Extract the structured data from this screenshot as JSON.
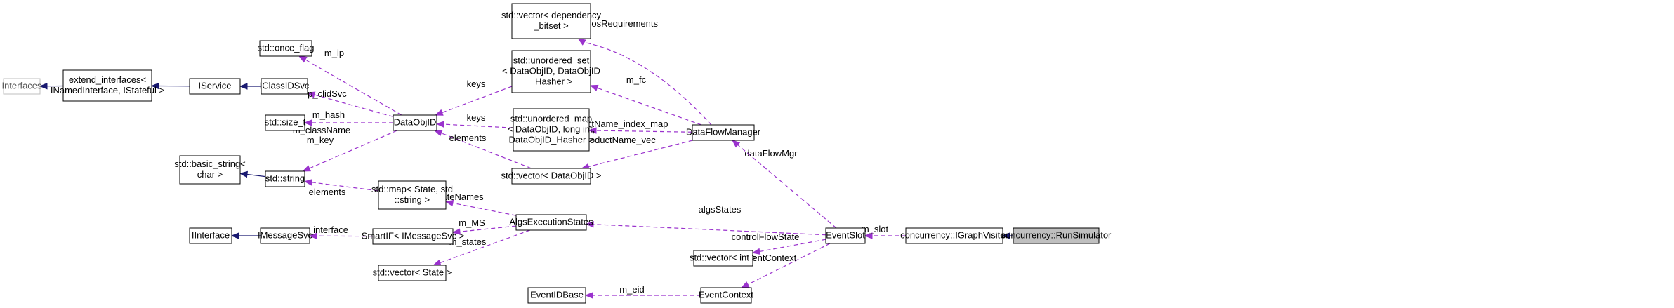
{
  "nodes": {
    "interfaces": [
      "Interfaces"
    ],
    "extend_interfaces": [
      "extend_interfaces<",
      "INamedInterface, IStateful >"
    ],
    "iservice": [
      "IService"
    ],
    "iclassidsvc": [
      "IClassIDSvc"
    ],
    "once_flag": [
      "std::once_flag"
    ],
    "size_t": [
      "std::size_t"
    ],
    "basic_string": [
      "std::basic_string<",
      "char >"
    ],
    "string": [
      "std::string"
    ],
    "iinterface": [
      "IInterface"
    ],
    "imessagesvc": [
      "IMessageSvc"
    ],
    "dataobjid": [
      "DataObjID"
    ],
    "vector_bitset": [
      "std::vector< dependency",
      "_bitset >"
    ],
    "unordered_set": [
      "std::unordered_set",
      "< DataObjID, DataObjID",
      "_Hasher >"
    ],
    "unordered_map": [
      "std::unordered_map",
      "< DataObjID, long int,",
      "DataObjID_Hasher >"
    ],
    "vector_dataobjid": [
      "std::vector< DataObjID >"
    ],
    "map_state": [
      "std::map< State, std",
      "::string >"
    ],
    "smartif": [
      "SmartIF< IMessageSvc >"
    ],
    "vector_state": [
      "std::vector< State >"
    ],
    "algsexec": [
      "AlgsExecutionStates"
    ],
    "dataflowmgr": [
      "DataFlowManager"
    ],
    "eventslot": [
      "EventSlot"
    ],
    "vector_int": [
      "std::vector< int >"
    ],
    "eventidbase": [
      "EventIDBase"
    ],
    "eventcontext": [
      "EventContext"
    ],
    "igraphvisitor": [
      "concurrency::IGraphVisitor"
    ],
    "runsimulator": [
      "concurrency::RunSimulator"
    ]
  },
  "edge_labels": {
    "m_ip": "m_ip",
    "p_clidsvc": "p_clidSvc",
    "m_hash": "m_hash",
    "m_classname": "m_className",
    "m_key": "m_key",
    "elements_string": "elements",
    "m_interface": "m_interface",
    "keys_set": "keys",
    "keys_map": "keys",
    "elements_vec": "elements",
    "m_algosreq": "m_algosRequirements",
    "m_fc": "m_fc",
    "m_productname_index_map": "m_productName_index_map",
    "m_productname_vec": "m_productName_vec",
    "statenames": "stateNames",
    "m_ms": "m_MS",
    "m_states": "m_states",
    "dataflowmgr": "dataFlowMgr",
    "algsstates": "algsStates",
    "controlflowstate": "controlFlowState",
    "eventcontext": "eventContext",
    "m_eid": "m_eid",
    "m_slot": "m_slot"
  },
  "colors": {
    "inheritance": "#191970",
    "usage": "#9a32cd",
    "highlight_fill": "#bfbfbf",
    "external_border": "#bfbfbf"
  }
}
